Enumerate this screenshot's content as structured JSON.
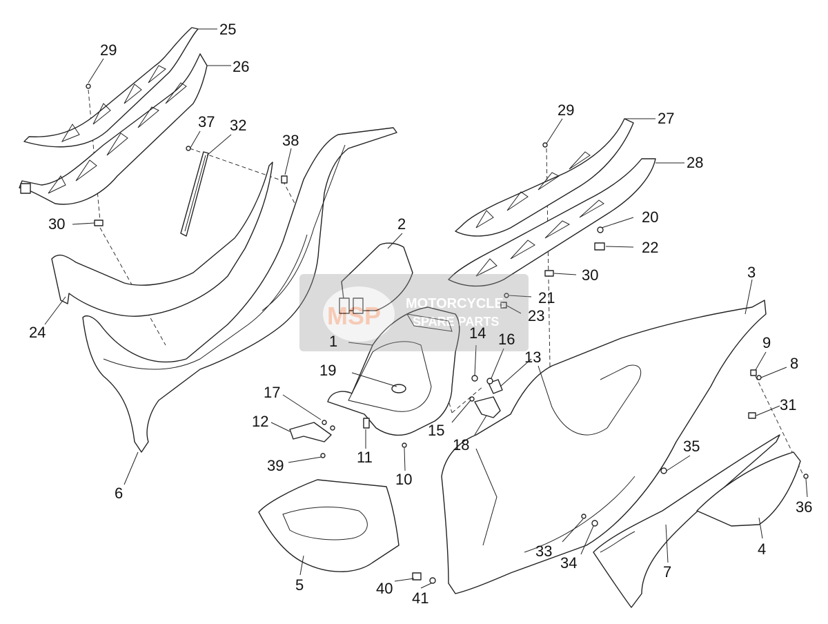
{
  "callouts": [
    {
      "id": "25",
      "text": "25"
    },
    {
      "id": "29a",
      "text": "29"
    },
    {
      "id": "26",
      "text": "26"
    },
    {
      "id": "37",
      "text": "37"
    },
    {
      "id": "32",
      "text": "32"
    },
    {
      "id": "38",
      "text": "38"
    },
    {
      "id": "29b",
      "text": "29"
    },
    {
      "id": "27",
      "text": "27"
    },
    {
      "id": "28",
      "text": "28"
    },
    {
      "id": "30a",
      "text": "30"
    },
    {
      "id": "2",
      "text": "2"
    },
    {
      "id": "20",
      "text": "20"
    },
    {
      "id": "22",
      "text": "22"
    },
    {
      "id": "30b",
      "text": "30"
    },
    {
      "id": "3",
      "text": "3"
    },
    {
      "id": "21",
      "text": "21"
    },
    {
      "id": "23",
      "text": "23"
    },
    {
      "id": "24",
      "text": "24"
    },
    {
      "id": "1",
      "text": "1"
    },
    {
      "id": "14",
      "text": "14"
    },
    {
      "id": "16",
      "text": "16"
    },
    {
      "id": "9",
      "text": "9"
    },
    {
      "id": "8",
      "text": "8"
    },
    {
      "id": "13",
      "text": "13"
    },
    {
      "id": "19",
      "text": "19"
    },
    {
      "id": "17",
      "text": "17"
    },
    {
      "id": "31",
      "text": "31"
    },
    {
      "id": "12",
      "text": "12"
    },
    {
      "id": "15",
      "text": "15"
    },
    {
      "id": "18",
      "text": "18"
    },
    {
      "id": "35",
      "text": "35"
    },
    {
      "id": "11",
      "text": "11"
    },
    {
      "id": "39",
      "text": "39"
    },
    {
      "id": "10",
      "text": "10"
    },
    {
      "id": "6",
      "text": "6"
    },
    {
      "id": "36",
      "text": "36"
    },
    {
      "id": "33",
      "text": "33"
    },
    {
      "id": "4",
      "text": "4"
    },
    {
      "id": "34",
      "text": "34"
    },
    {
      "id": "7",
      "text": "7"
    },
    {
      "id": "5",
      "text": "5"
    },
    {
      "id": "40",
      "text": "40"
    },
    {
      "id": "41",
      "text": "41"
    }
  ],
  "watermark": {
    "logo_text": "MSP",
    "line1": "MOTORCYCLE",
    "line2": "SPARE PARTS",
    "color": "#e8692e"
  }
}
